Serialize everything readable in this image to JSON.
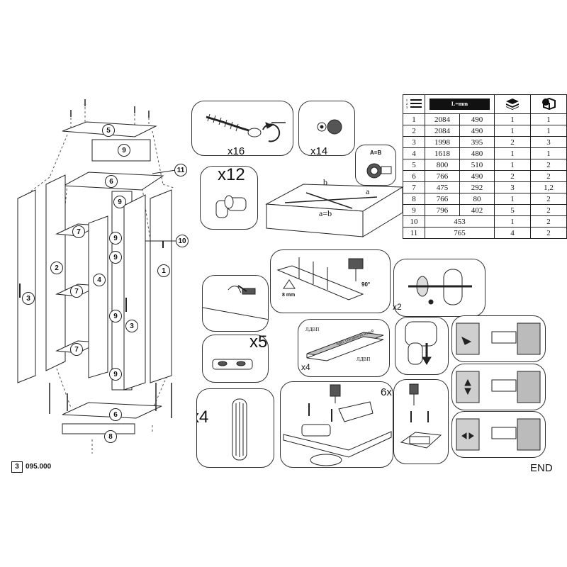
{
  "assembly": {
    "callouts": [
      {
        "label": "5"
      },
      {
        "label": "9"
      },
      {
        "label": "11"
      },
      {
        "label": "6"
      },
      {
        "label": "9"
      },
      {
        "label": "7"
      },
      {
        "label": "7"
      },
      {
        "label": "7"
      },
      {
        "label": "2"
      },
      {
        "label": "4"
      },
      {
        "label": "3"
      },
      {
        "label": "1"
      },
      {
        "label": "10"
      },
      {
        "label": "9"
      },
      {
        "label": "9"
      },
      {
        "label": "9"
      },
      {
        "label": "9"
      },
      {
        "label": "3"
      },
      {
        "label": "6"
      },
      {
        "label": "8"
      }
    ]
  },
  "hardware": {
    "screw_count": "x16",
    "cap_count": "x14",
    "connector_count": "x12",
    "square_label": "A=B",
    "diag_a": "a",
    "diag_b": "b",
    "diag_ab": "a=b",
    "nails_count": "x5",
    "hdf_count": "x4",
    "hdf_label_1": "ЛДВП",
    "hdf_label_2": "ЛДВП",
    "hdf_label_3": "Брус соединительный",
    "dowel_count": "x4",
    "hinge_count": "6x",
    "rail_count": "x2",
    "angle_label": "90°",
    "gap_label": "8 mm"
  },
  "parts_table": {
    "header_icons": [
      "list-icon",
      "ruler-icon",
      "layers-icon",
      "package-icon"
    ],
    "ruler_label": "L=mm",
    "rows": [
      {
        "no": "1",
        "l": "2084",
        "w": "490",
        "thk": "1",
        "qty": "1"
      },
      {
        "no": "2",
        "l": "2084",
        "w": "490",
        "thk": "1",
        "qty": "1"
      },
      {
        "no": "3",
        "l": "1998",
        "w": "395",
        "thk": "2",
        "qty": "3"
      },
      {
        "no": "4",
        "l": "1618",
        "w": "480",
        "thk": "1",
        "qty": "1"
      },
      {
        "no": "5",
        "l": "800",
        "w": "510",
        "thk": "1",
        "qty": "2"
      },
      {
        "no": "6",
        "l": "766",
        "w": "490",
        "thk": "2",
        "qty": "2"
      },
      {
        "no": "7",
        "l": "475",
        "w": "292",
        "thk": "3",
        "qty": "1,2"
      },
      {
        "no": "8",
        "l": "766",
        "w": "80",
        "thk": "1",
        "qty": "2"
      },
      {
        "no": "9",
        "l": "796",
        "w": "402",
        "thk": "5",
        "qty": "2"
      },
      {
        "no": "10",
        "l": "453",
        "w": "",
        "thk": "1",
        "qty": "2"
      },
      {
        "no": "11",
        "l": "765",
        "w": "",
        "thk": "4",
        "qty": "2"
      }
    ]
  },
  "footer": {
    "page": "3",
    "code": "095.000",
    "end_label": "END"
  },
  "colors": {
    "line": "#222222",
    "panel_border": "#333333",
    "fill_light": "#f2f2f2",
    "fill_grey": "#cfcfcf"
  }
}
